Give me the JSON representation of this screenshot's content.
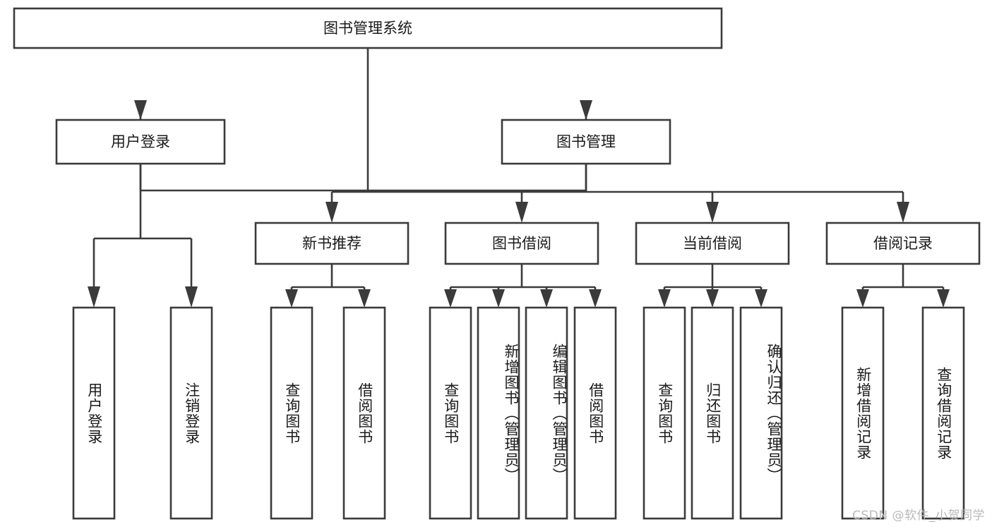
{
  "diagram": {
    "type": "tree-hierarchy-chart",
    "title": "图书管理系统",
    "root": {
      "id": "root",
      "label": "图书管理系统"
    },
    "level2": [
      {
        "id": "user-login",
        "label": "用户登录"
      },
      {
        "id": "book-management",
        "label": "图书管理"
      }
    ],
    "level3": [
      {
        "id": "new-book-recommend",
        "label": "新书推荐",
        "parent": "book-management"
      },
      {
        "id": "book-borrow",
        "label": "图书借阅",
        "parent": "book-management"
      },
      {
        "id": "current-borrow",
        "label": "当前借阅",
        "parent": "book-management"
      },
      {
        "id": "borrow-record",
        "label": "借阅记录",
        "parent": "book-management"
      }
    ],
    "leaves": [
      {
        "id": "leaf-user-login",
        "label": "用户登录",
        "parent": "user-login"
      },
      {
        "id": "leaf-logout-login",
        "label": "注销登录",
        "parent": "user-login"
      },
      {
        "id": "leaf-query-book-1",
        "label": "查询图书",
        "parent": "new-book-recommend"
      },
      {
        "id": "leaf-borrow-book-1",
        "label": "借阅图书",
        "parent": "new-book-recommend"
      },
      {
        "id": "leaf-query-book-2",
        "label": "查询图书",
        "parent": "book-borrow"
      },
      {
        "id": "leaf-add-book",
        "label": "新增图书（管理员）",
        "parent": "book-borrow"
      },
      {
        "id": "leaf-edit-book",
        "label": "编辑图书（管理员）",
        "parent": "book-borrow"
      },
      {
        "id": "leaf-borrow-book-2",
        "label": "借阅图书",
        "parent": "book-borrow"
      },
      {
        "id": "leaf-query-book-3",
        "label": "查询图书",
        "parent": "current-borrow"
      },
      {
        "id": "leaf-return-book",
        "label": "归还图书",
        "parent": "current-borrow"
      },
      {
        "id": "leaf-confirm-return",
        "label": "确认归还（管理员）",
        "parent": "current-borrow"
      },
      {
        "id": "leaf-add-record",
        "label": "新增借阅记录",
        "parent": "borrow-record"
      },
      {
        "id": "leaf-query-record",
        "label": "查询借阅记录",
        "parent": "borrow-record"
      }
    ],
    "colors": {
      "stroke": "#3b3b3b",
      "fill": "#ffffff",
      "text": "#1a1a1a",
      "watermark": "#b9b9b9",
      "background": "#ffffff"
    }
  },
  "watermark": {
    "text": "CSDN @软件_小贺同学"
  }
}
